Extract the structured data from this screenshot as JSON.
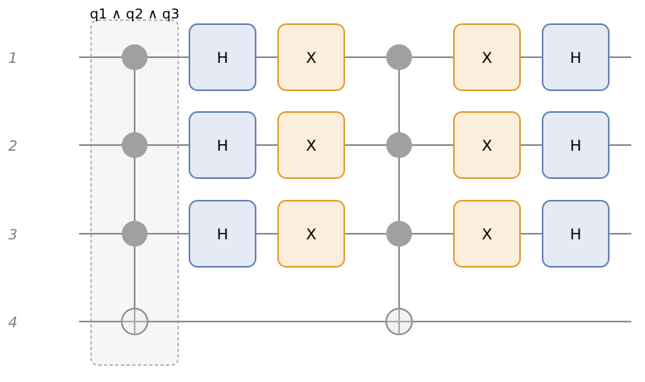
{
  "circuit": {
    "qubits": [
      {
        "id": 1,
        "label": "1"
      },
      {
        "id": 2,
        "label": "2"
      },
      {
        "id": 3,
        "label": "3"
      },
      {
        "id": 4,
        "label": "4"
      }
    ],
    "controlled_op_label": "q1 ∧ q2 ∧ q3",
    "colors": {
      "wire": "#8c8c8c",
      "control_dot": "#a0a0a0",
      "h_fill": "#e6eaf4",
      "h_stroke": "#6583b8",
      "x_fill": "#fbeedc",
      "x_stroke": "#e0a030",
      "box_fill": "#f6f6f6",
      "box_stroke": "#a0a0a0"
    },
    "columns": [
      {
        "type": "mct",
        "controls": [
          1,
          2,
          3
        ],
        "target": 4,
        "boxed": true
      },
      {
        "type": "gates",
        "gate": "H",
        "qubits": [
          1,
          2,
          3
        ]
      },
      {
        "type": "gates",
        "gate": "X",
        "qubits": [
          1,
          2,
          3
        ]
      },
      {
        "type": "mct",
        "controls": [
          1,
          2,
          3
        ],
        "target": 4,
        "boxed": false
      },
      {
        "type": "gates",
        "gate": "X",
        "qubits": [
          1,
          2,
          3
        ]
      },
      {
        "type": "gates",
        "gate": "H",
        "qubits": [
          1,
          2,
          3
        ]
      }
    ]
  }
}
